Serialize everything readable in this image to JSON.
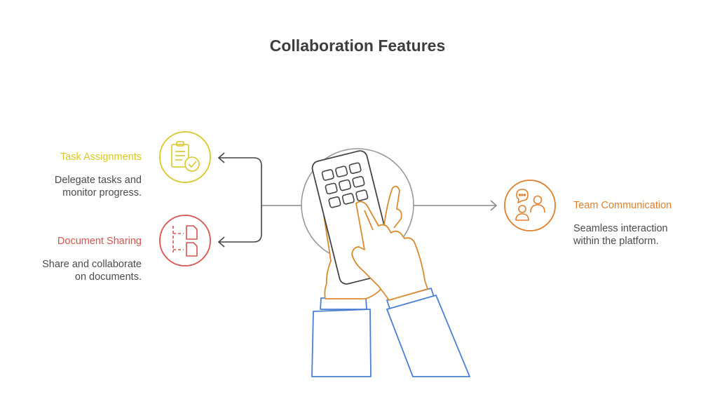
{
  "title": "Collaboration Features",
  "items": [
    {
      "heading": "Task Assignments",
      "description": "Delegate tasks and monitor progress.",
      "color": "#d9c72a",
      "icon": "clipboard-check-icon"
    },
    {
      "heading": "Document Sharing",
      "description": "Share and collaborate on documents.",
      "color": "#d9534f",
      "icon": "documents-icon"
    },
    {
      "heading": "Team Communication",
      "description": "Seamless interaction within the platform.",
      "color": "#e07f2c",
      "icon": "people-chat-icon"
    }
  ],
  "colors": {
    "title": "#3d3d3d",
    "text": "#4a4a4a",
    "connector": "#777777",
    "hands": "#d98a2e",
    "sleeves": "#4a7fd4",
    "phone": "#444444"
  }
}
